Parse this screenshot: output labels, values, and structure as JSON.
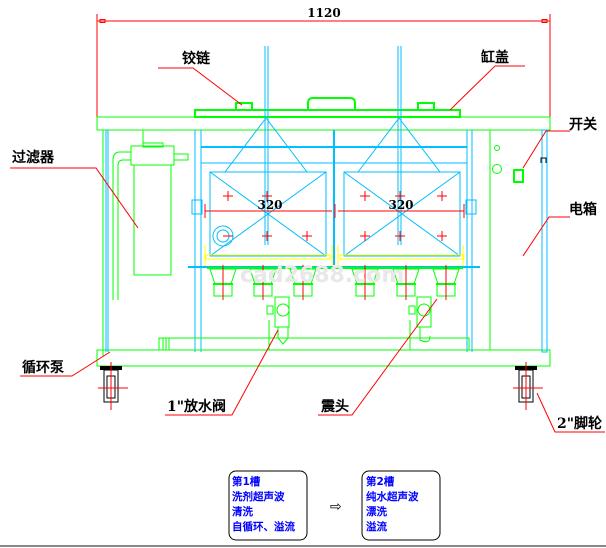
{
  "diagram": {
    "title_dimension": "1120",
    "tank_dimensions": [
      "320",
      "320"
    ],
    "watermark": "cad2688.com",
    "colors": {
      "frame": "#00ff00",
      "tank": "#00bfff",
      "dimension": "#ff0000",
      "tray": "#ffff00",
      "label_text": "#000000",
      "process_text": "#0000ff"
    },
    "labels": {
      "hinge": "铰链",
      "tank_cover": "缸盖",
      "switch": "开关",
      "filter": "过滤器",
      "electrical_box": "电箱",
      "circulation_pump": "循环泵",
      "drain_valve": "1\"放水阀",
      "transducer": "震头",
      "caster": "2\"脚轮"
    },
    "process": {
      "arrow": "⇨",
      "steps": [
        {
          "lines": [
            "第1槽",
            "洗剂超声波",
            "清洗",
            "自循环、溢流"
          ]
        },
        {
          "lines": [
            "第2槽",
            "纯水超声波",
            "漂洗",
            "溢流"
          ]
        }
      ]
    }
  }
}
